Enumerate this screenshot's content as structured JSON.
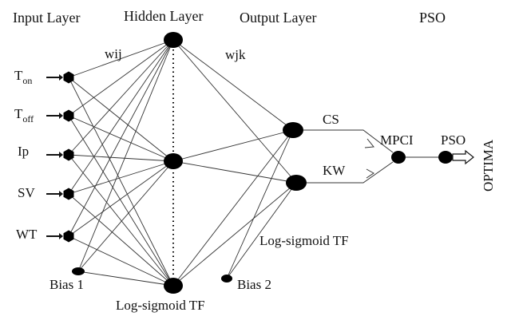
{
  "headers": {
    "input_layer": "Input Layer",
    "hidden_layer": "Hidden Layer",
    "output_layer": "Output Layer",
    "pso_title": "PSO"
  },
  "weights": {
    "wij": "wij",
    "wjk": "wjk"
  },
  "inputs": [
    {
      "main": "T",
      "sub": "on"
    },
    {
      "main": "T",
      "sub": "off"
    },
    {
      "main": "Ip",
      "sub": ""
    },
    {
      "main": "SV",
      "sub": ""
    },
    {
      "main": "WT",
      "sub": ""
    }
  ],
  "bias": {
    "bias1": "Bias 1",
    "bias2": "Bias 2"
  },
  "transfer": {
    "hidden_tf": "Log-sigmoid TF",
    "output_tf": "Log-sigmoid TF"
  },
  "outputs": {
    "cs": "CS",
    "kw": "KW"
  },
  "combined": {
    "mpci": "MPCI",
    "pso": "PSO",
    "optima": "OPTIMA"
  }
}
